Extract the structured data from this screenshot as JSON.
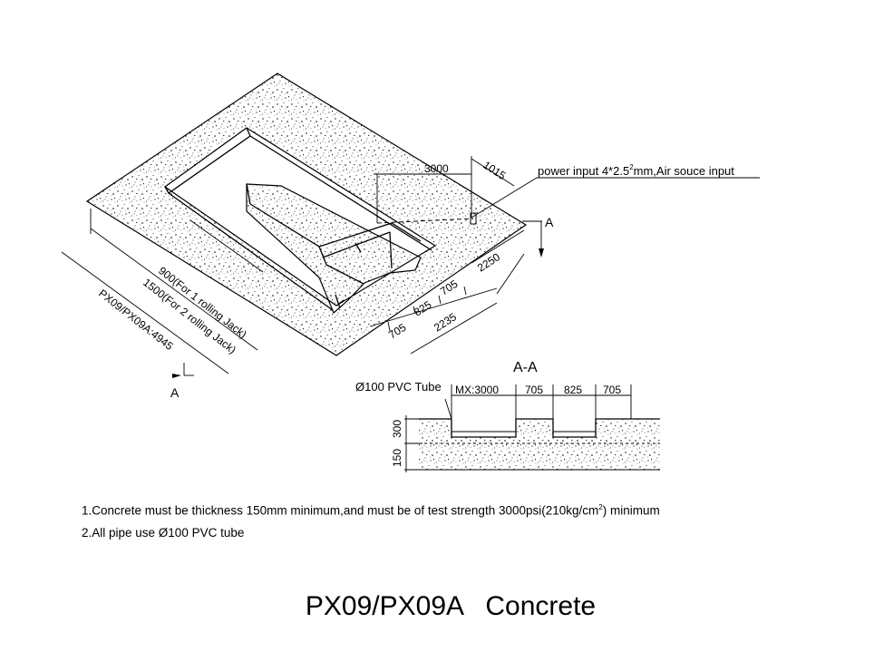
{
  "drawing": {
    "iso_dims": {
      "top_3000": "3000",
      "top_1015": "1015",
      "right_2250": "2250",
      "right_705a": "705",
      "right_825": "825",
      "right_705b": "705",
      "right_2235": "2235",
      "left_900": "900(For 1 rolling Jack)",
      "left_1500": "1500(For 2 rolling Jack)",
      "left_4945": "PX09/PX09A:4945"
    },
    "power_note": "power input 4*2.5",
    "power_note_sup": "2",
    "power_note_tail": "mm,Air souce input",
    "section_marker_top": "A",
    "section_marker_bottom": "A",
    "section": {
      "title": "A-A",
      "pvc_label": "Ø100 PVC Tube",
      "dims": [
        "MX:3000",
        "705",
        "825",
        "705"
      ],
      "depth_300": "300",
      "depth_150": "150"
    }
  },
  "notes": {
    "line1_a": "1.Concrete must be thickness 150mm minimum,and must be of test strength 3000psi(210kg/cm",
    "line1_sup": "2",
    "line1_b": ") minimum",
    "line2": "2.All pipe use Ø100 PVC tube"
  },
  "title": "PX09/PX09A   Concrete"
}
